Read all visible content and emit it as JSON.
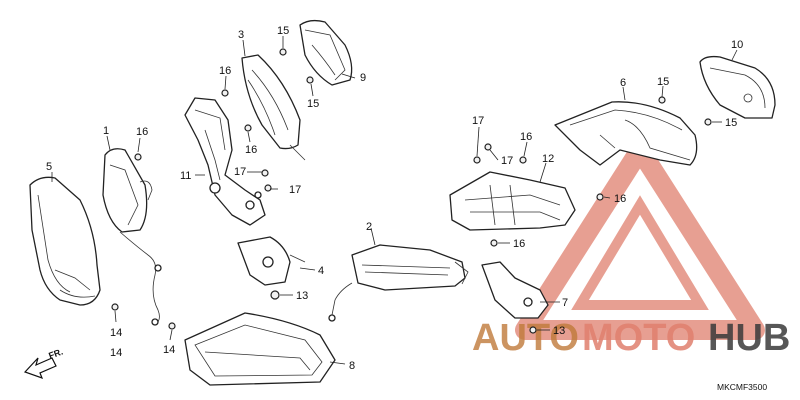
{
  "diagram_code": "MKCMF3500",
  "direction_label": "FR.",
  "watermark": {
    "part1": "AUTO",
    "part2": "MOTO",
    "part3": "HUB",
    "color_primary": "#e0806e",
    "color_secondary": "#c07a3a",
    "color_dark": "#3a3a3a"
  },
  "callouts": {
    "c1": "1",
    "c2": "2",
    "c3": "3",
    "c4": "4",
    "c5": "5",
    "c6": "6",
    "c7": "7",
    "c8": "8",
    "c9": "9",
    "c10": "10",
    "c11": "11",
    "c12": "12",
    "c13a": "13",
    "c13b": "13",
    "c14a": "14",
    "c14b": "14",
    "c14c": "14",
    "c15a": "15",
    "c15b": "15",
    "c15c": "15",
    "c15d": "15",
    "c16a": "16",
    "c16b": "16",
    "c16c": "16",
    "c16d": "16",
    "c16e": "16",
    "c16f": "16",
    "c17a": "17",
    "c17b": "17",
    "c17c": "17",
    "c17d": "17"
  }
}
